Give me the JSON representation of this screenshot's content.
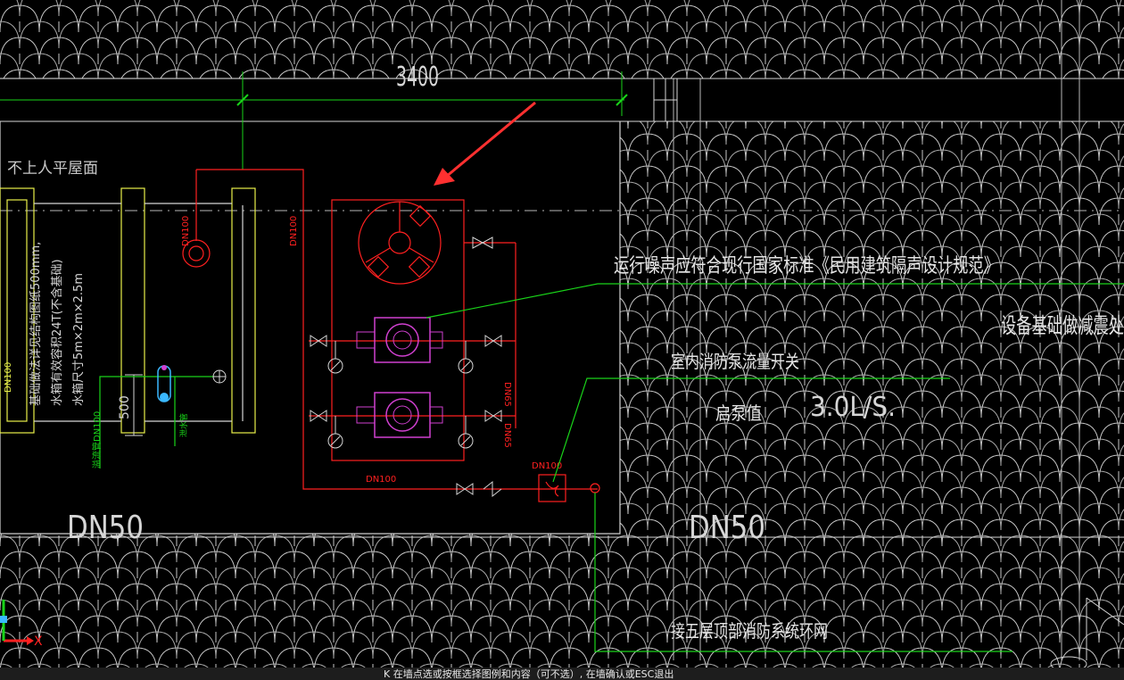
{
  "drawing": {
    "dimension_top": "3400",
    "roof_note": "不上人平屋面",
    "tank_note_1": "基础做法详见结构图纸500mm,",
    "tank_note_2": "水箱有效容积24T(不含基础)",
    "tank_note_3": "水箱尺寸5m×2m×2.5m",
    "overflow_label": "溢流管DN100",
    "pipe_label_left": "DN100",
    "drain_label": "泄水管",
    "pipe_dn100_a": "DN100",
    "pipe_dn100_b": "DN100",
    "pipe_dn65_a": "DN65",
    "pipe_dn65_b": "DN65",
    "pipe_dn100_bottom": "DN100",
    "pipe_dn100_switch": "DN100",
    "dim_500": "500",
    "dn50_left": "DN50",
    "dn50_right": "DN50",
    "noise_note": "运行噪声应符合现行国家标准《民用建筑隔声设计规范》",
    "vibration_note": "设备基础做减震处",
    "flow_switch_note": "室内消防泵流量开关",
    "start_value_label": "启泵值",
    "start_value": "3.0L/S.",
    "connect_note": "接五层顶部消防系统环网",
    "axis_x": "X"
  },
  "colors": {
    "background": "#000000",
    "cad_white": "#d6d6d6",
    "cad_red": "#ff2020",
    "cad_green": "#19d419",
    "cad_yellow": "#e8f04a",
    "cad_magenta": "#d040d0",
    "cad_cyan": "#3ab8ff",
    "annotation_arrow": "#ff3030"
  },
  "status_bar": {
    "text": "K 在墙点选或按框选择图例和内容（可不选）, 在墙确认或ESC退出"
  }
}
